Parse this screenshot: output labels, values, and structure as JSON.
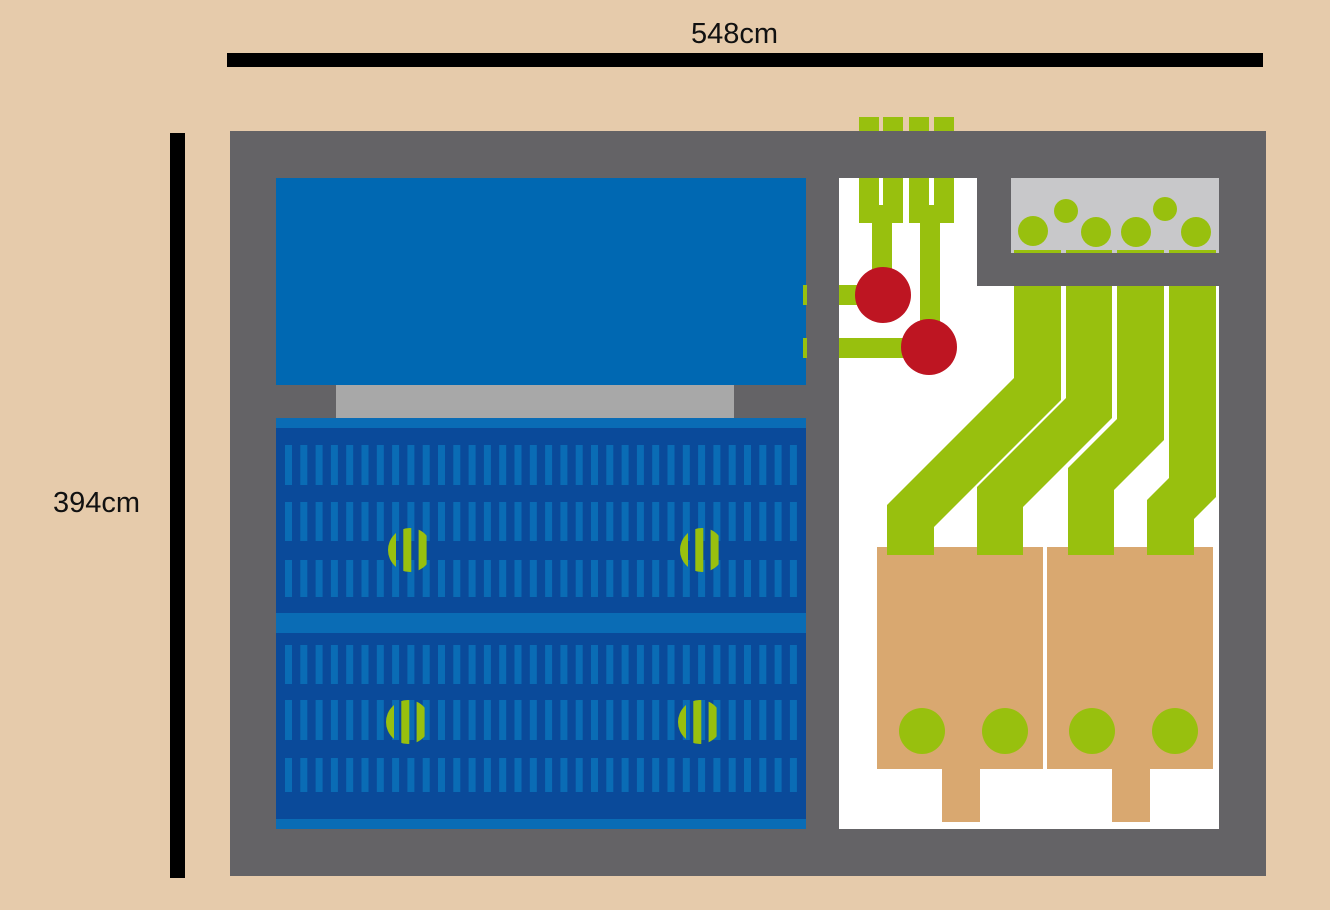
{
  "dimensions": {
    "width_label": "548cm",
    "height_label": "394cm"
  },
  "colors": {
    "background": "#e6cbab",
    "wall": "#646366",
    "floor": "#ffffff",
    "pool_water": "#0068b2",
    "pool_grate_dark": "#0a4a9a",
    "pool_grate_light": "#0a6cb5",
    "pool_step": "#a8a8a8",
    "fixture_green": "#98c00e",
    "valve_red": "#be1522",
    "cabinet_tan": "#d9a870",
    "shelf_grey": "#c8c8ca",
    "dimension_line": "#000000"
  },
  "elements": {
    "pool_basin": "Pool basin",
    "pool_step": "Pool step",
    "grate_panels": 2,
    "grate_drains_per_panel": 2,
    "valves": 2,
    "pipes_to_tanks": 4,
    "tank_units": 2,
    "tank_outlets_per_unit": 2,
    "shelf_items": 6,
    "wall_inlets": 4
  }
}
